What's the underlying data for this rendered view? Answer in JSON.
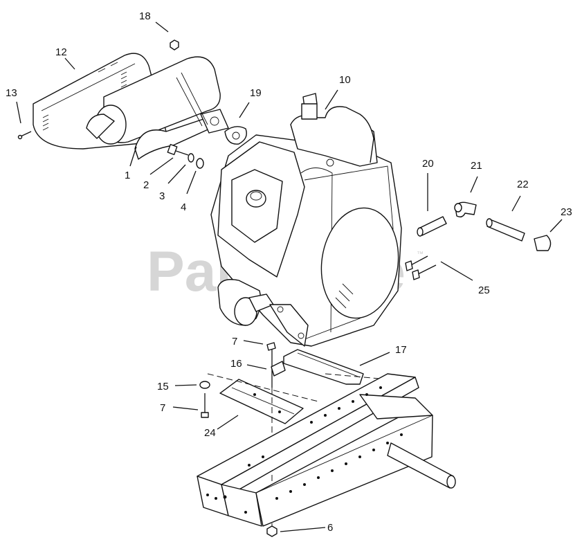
{
  "watermark": {
    "text": "PartsTree",
    "tm": "™"
  },
  "callouts": {
    "c1": "1",
    "c2": "2",
    "c3": "3",
    "c4": "4",
    "c6": "6",
    "c7a": "7",
    "c7b": "7",
    "c10": "10",
    "c12": "12",
    "c13": "13",
    "c15": "15",
    "c16": "16",
    "c17": "17",
    "c18": "18",
    "c19": "19",
    "c20": "20",
    "c21": "21",
    "c22": "22",
    "c23": "23",
    "c24": "24",
    "c25": "25"
  }
}
